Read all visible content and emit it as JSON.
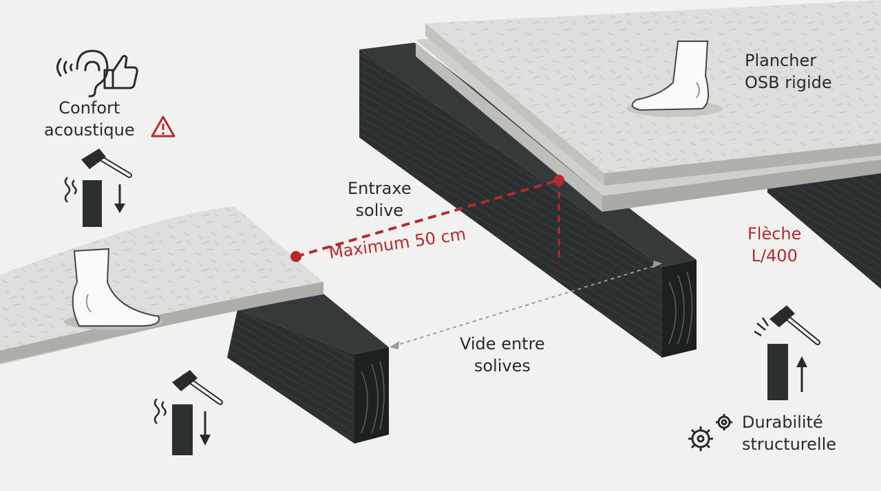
{
  "labels": {
    "comfort": [
      "Confort",
      "acoustique"
    ],
    "spacing": [
      "Entraxe",
      "solive"
    ],
    "maximum": "Maximum 50 cm",
    "void": [
      "Vide entre",
      "solives"
    ],
    "floor": [
      "Plancher",
      "OSB rigide"
    ],
    "deflection": [
      "Flèche",
      "L/400"
    ],
    "durability": [
      "Durabilité",
      "structurelle"
    ]
  },
  "colors": {
    "accent": "#b42a2e",
    "joist": "#2b2f30",
    "panel": "#dcdcda",
    "background": "#f1f1ef"
  },
  "icons": [
    "ear-icon",
    "thumbs-up-icon",
    "warning-icon",
    "hammer-icon",
    "foot-icon",
    "gears-icon",
    "arrow-down-icon",
    "arrow-up-icon"
  ]
}
